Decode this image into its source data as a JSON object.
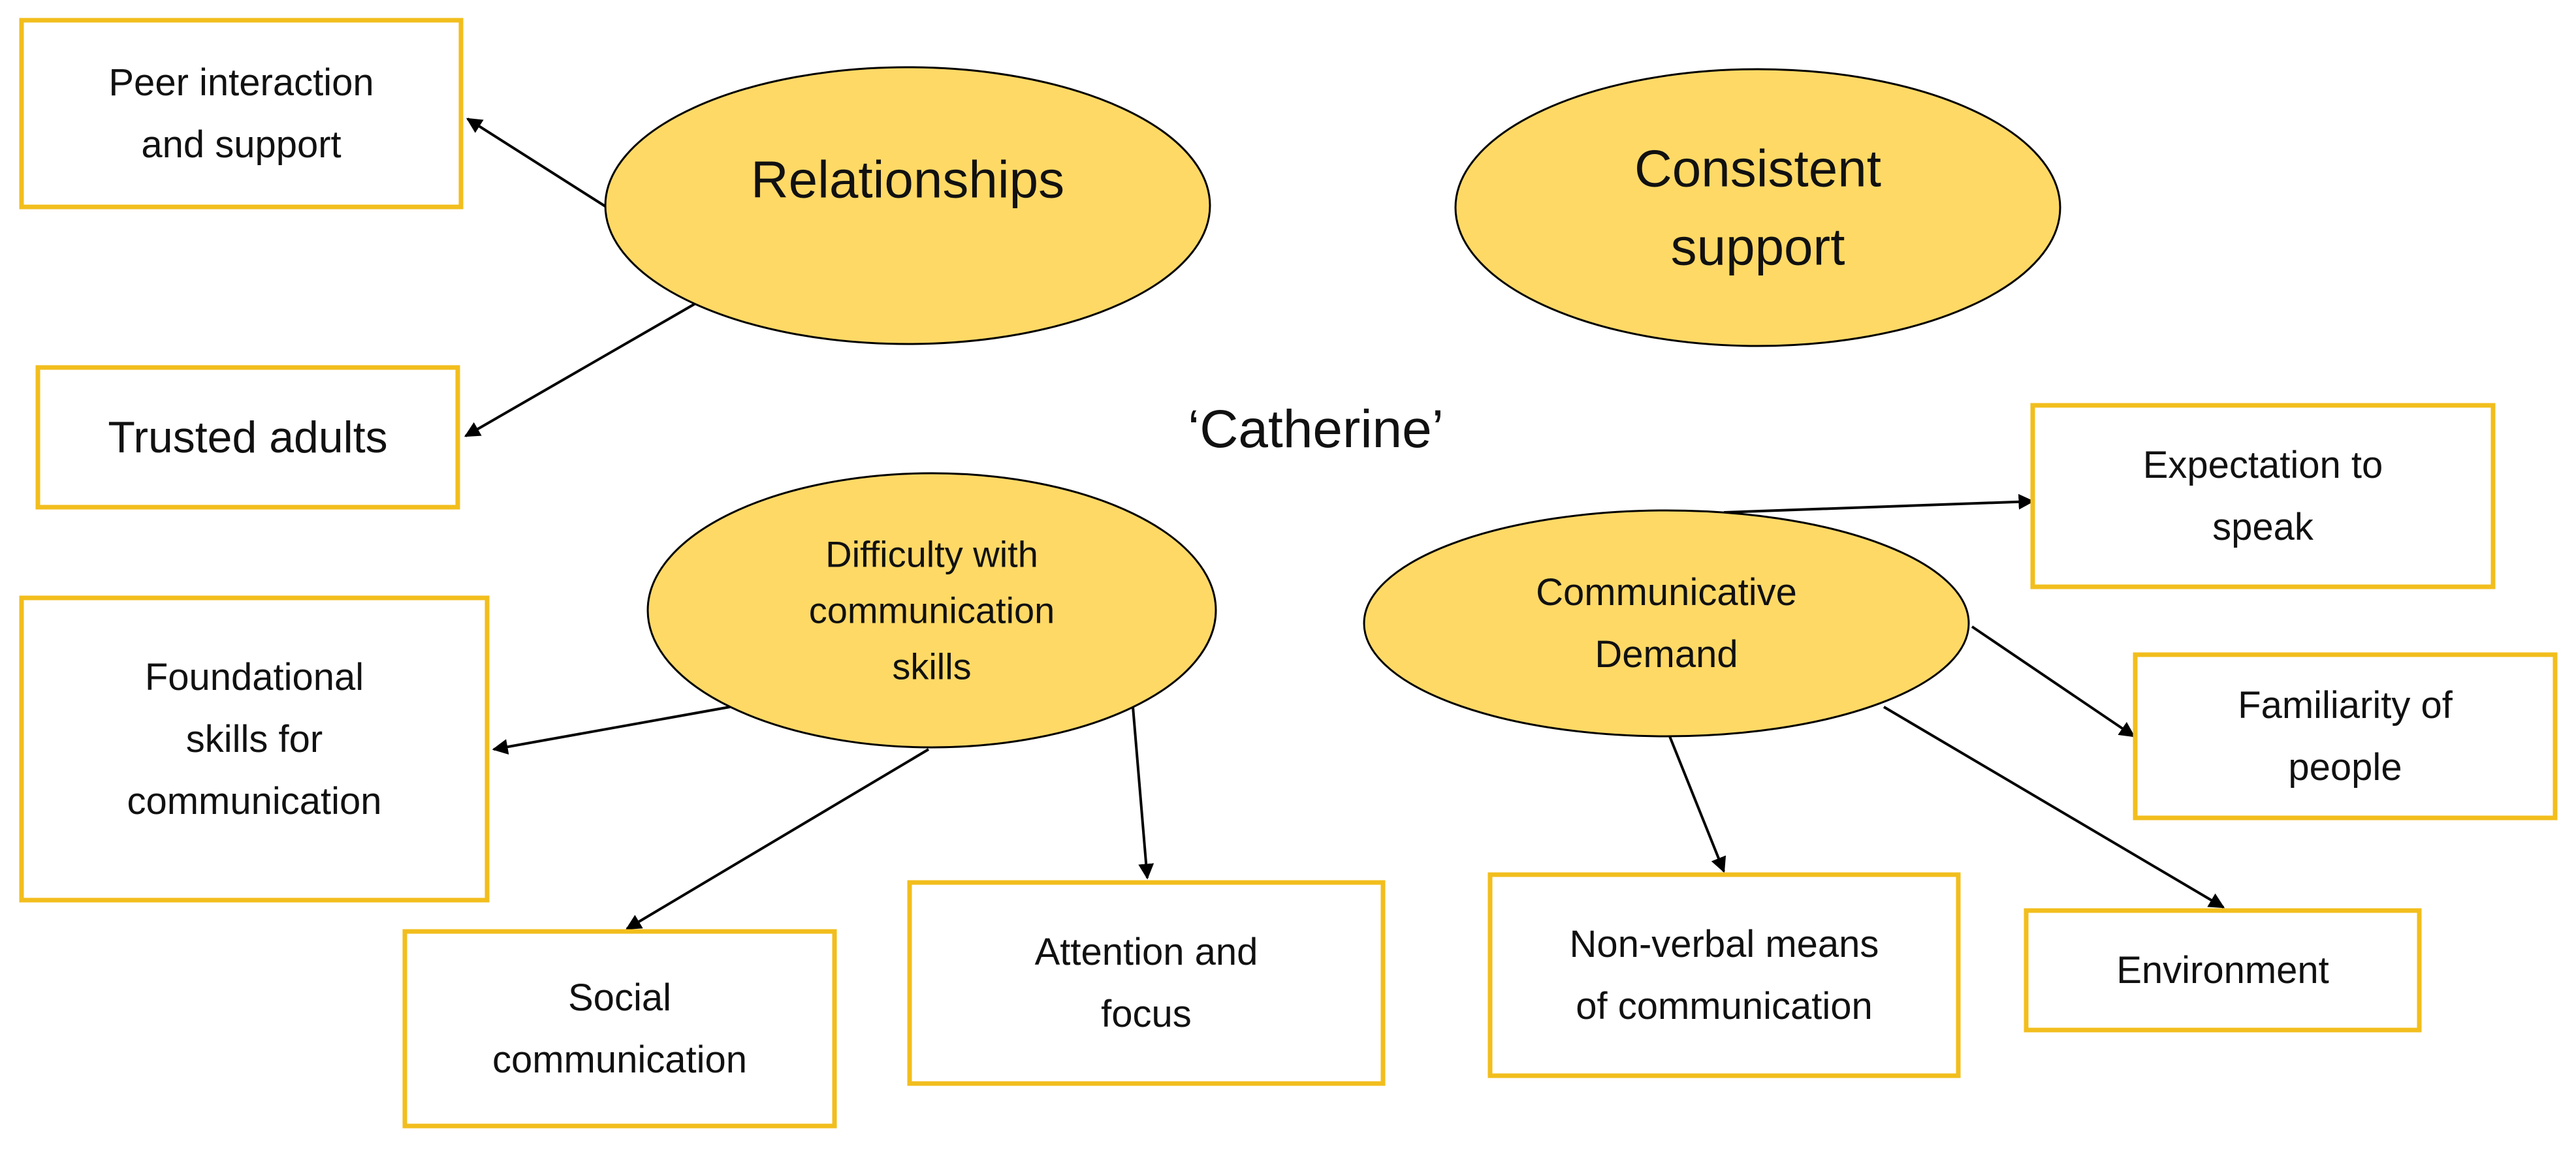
{
  "center_label": "‘Catherine’",
  "colors": {
    "ellipse_fill": "#FFD966",
    "box_border": "#F2BE1D",
    "stroke": "#000000",
    "text": "#111111"
  },
  "themes": {
    "relationships": {
      "lines": [
        "Relationships"
      ]
    },
    "consistent_support": {
      "lines": [
        "Consistent",
        "support"
      ]
    },
    "difficulty": {
      "lines": [
        "Difficulty with",
        "communication",
        "skills"
      ]
    },
    "communicative_demand": {
      "lines": [
        "Communicative",
        "Demand"
      ]
    }
  },
  "subthemes": {
    "peer_interaction": {
      "lines": [
        "Peer interaction",
        "and support"
      ]
    },
    "trusted_adults": {
      "lines": [
        "Trusted adults"
      ]
    },
    "foundational_skills": {
      "lines": [
        "Foundational",
        "skills for",
        "communication"
      ]
    },
    "social_communication": {
      "lines": [
        "Social",
        "communication"
      ]
    },
    "attention_focus": {
      "lines": [
        "Attention and",
        "focus"
      ]
    },
    "expectation_speak": {
      "lines": [
        "Expectation  to",
        "speak"
      ]
    },
    "familiarity_people": {
      "lines": [
        "Familiarity  of",
        "people"
      ]
    },
    "non_verbal": {
      "lines": [
        "Non-verbal means",
        "of communication"
      ]
    },
    "environment": {
      "lines": [
        "Environment"
      ]
    }
  }
}
